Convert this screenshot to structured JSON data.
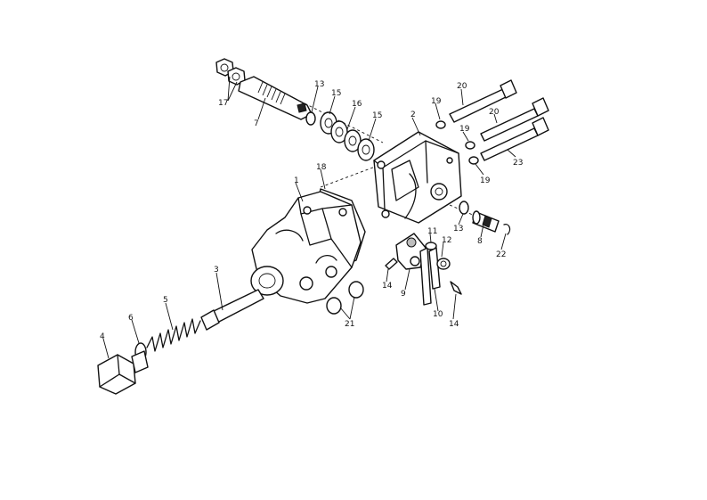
{
  "callouts": [
    {
      "id": "c1",
      "text": "1"
    },
    {
      "id": "c2",
      "text": "2"
    },
    {
      "id": "c3",
      "text": "3"
    },
    {
      "id": "c4",
      "text": "4"
    },
    {
      "id": "c5",
      "text": "5"
    },
    {
      "id": "c6",
      "text": "6"
    },
    {
      "id": "c7",
      "text": "7"
    },
    {
      "id": "c8",
      "text": "8"
    },
    {
      "id": "c9",
      "text": "9"
    },
    {
      "id": "c10",
      "text": "10"
    },
    {
      "id": "c11",
      "text": "11"
    },
    {
      "id": "c12",
      "text": "12"
    },
    {
      "id": "c13a",
      "text": "13"
    },
    {
      "id": "c13b",
      "text": "13"
    },
    {
      "id": "c14a",
      "text": "14"
    },
    {
      "id": "c14b",
      "text": "14"
    },
    {
      "id": "c15a",
      "text": "15"
    },
    {
      "id": "c15b",
      "text": "15"
    },
    {
      "id": "c16",
      "text": "16"
    },
    {
      "id": "c17",
      "text": "17"
    },
    {
      "id": "c18",
      "text": "18"
    },
    {
      "id": "c19a",
      "text": "19"
    },
    {
      "id": "c19b",
      "text": "19"
    },
    {
      "id": "c19c",
      "text": "19"
    },
    {
      "id": "c20a",
      "text": "20"
    },
    {
      "id": "c20b",
      "text": "20"
    },
    {
      "id": "c21",
      "text": "21"
    },
    {
      "id": "c22",
      "text": "22"
    },
    {
      "id": "c23",
      "text": "23"
    }
  ]
}
